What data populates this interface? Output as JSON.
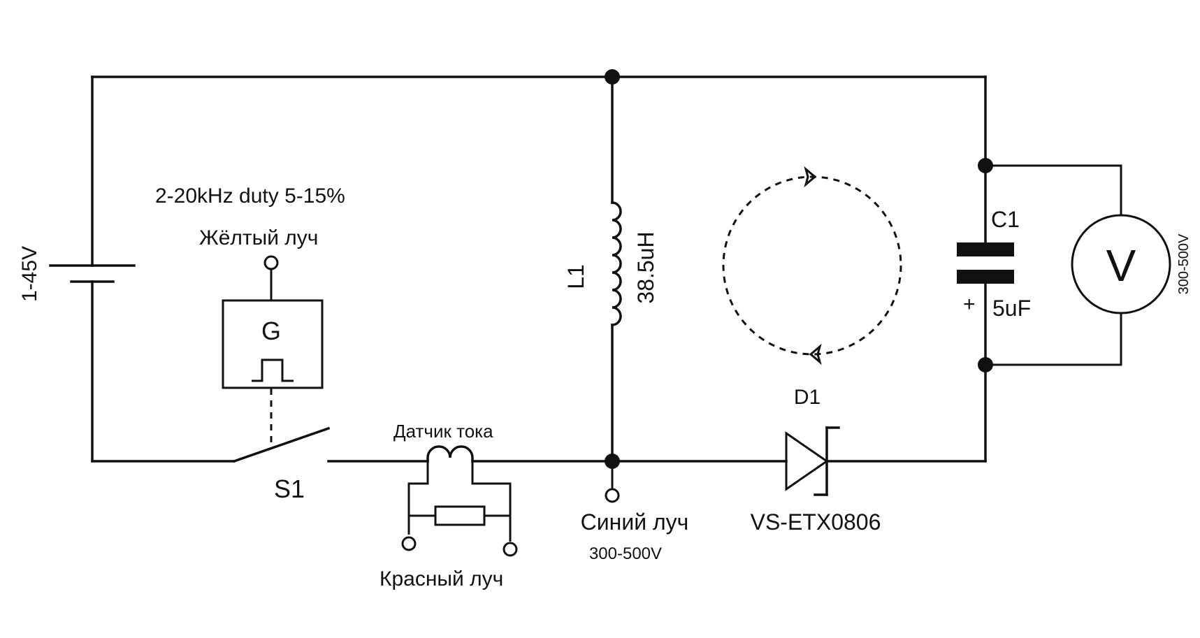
{
  "battery": {
    "label": "1-45V"
  },
  "generator": {
    "params": "2-20kHz  duty 5-15%",
    "probe_label": "Жёлтый луч",
    "symbol": "G"
  },
  "switch": {
    "label": "S1"
  },
  "current_sensor": {
    "label": "Датчик тока",
    "probe_label": "Красный луч"
  },
  "inductor": {
    "ref": "L1",
    "value": "38.5uH"
  },
  "blue_probe": {
    "label": "Синий луч",
    "voltage": "300-500V"
  },
  "diode": {
    "ref": "D1",
    "part": "VS-ETX0806"
  },
  "capacitor": {
    "ref": "C1",
    "value": "5uF",
    "polarity": "+"
  },
  "voltmeter": {
    "symbol": "V",
    "range": "300-500V"
  },
  "colors": {
    "yellow_probe": "#8a8a00",
    "red_probe": "#e01010",
    "blue_probe_label": "#101060",
    "blue_voltage": "#1010d0"
  }
}
